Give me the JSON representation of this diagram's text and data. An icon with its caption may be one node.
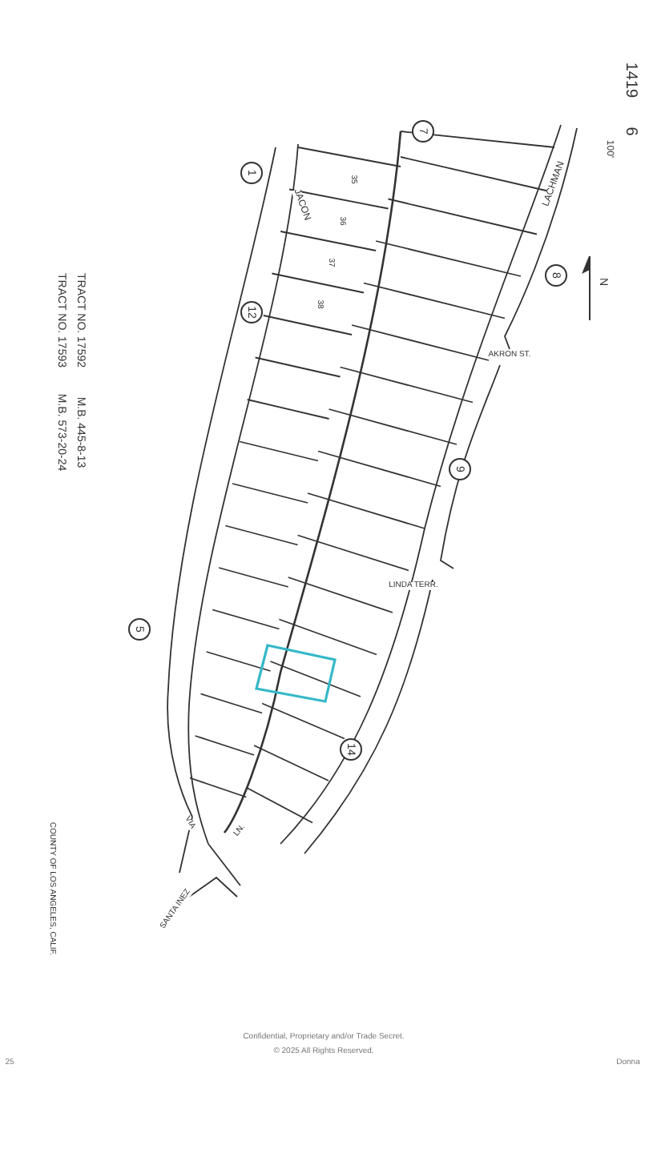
{
  "diagram": {
    "nodes": [
      {
        "text": [
          "7"
        ]
      },
      {
        "text": [
          "1"
        ]
      },
      {
        "text": [
          "8"
        ]
      },
      {
        "text": [
          "12"
        ]
      },
      {
        "text": [
          "9"
        ]
      },
      {
        "text": [
          "5"
        ]
      },
      {
        "text": [
          "14"
        ]
      }
    ],
    "labels": [
      "1419",
      "6",
      "100'",
      "N",
      "TRACT NO. 17592",
      "M.B. 445-8-13",
      "TRACT NO. 17593",
      "M.B. 573-20-24",
      "JACON",
      "LACHMAN",
      "AKRON ST.",
      "LINDA TERR.",
      "VIA",
      "LN.",
      "SANTA INEZ",
      "35",
      "36",
      "37",
      "38",
      "COUNTY OF LOS ANGELES, CALIF.",
      "Confidential, Proprietary and/or Trade Secret.",
      "© 2025 All Rights Reserved.",
      "25",
      "Donna"
    ]
  }
}
